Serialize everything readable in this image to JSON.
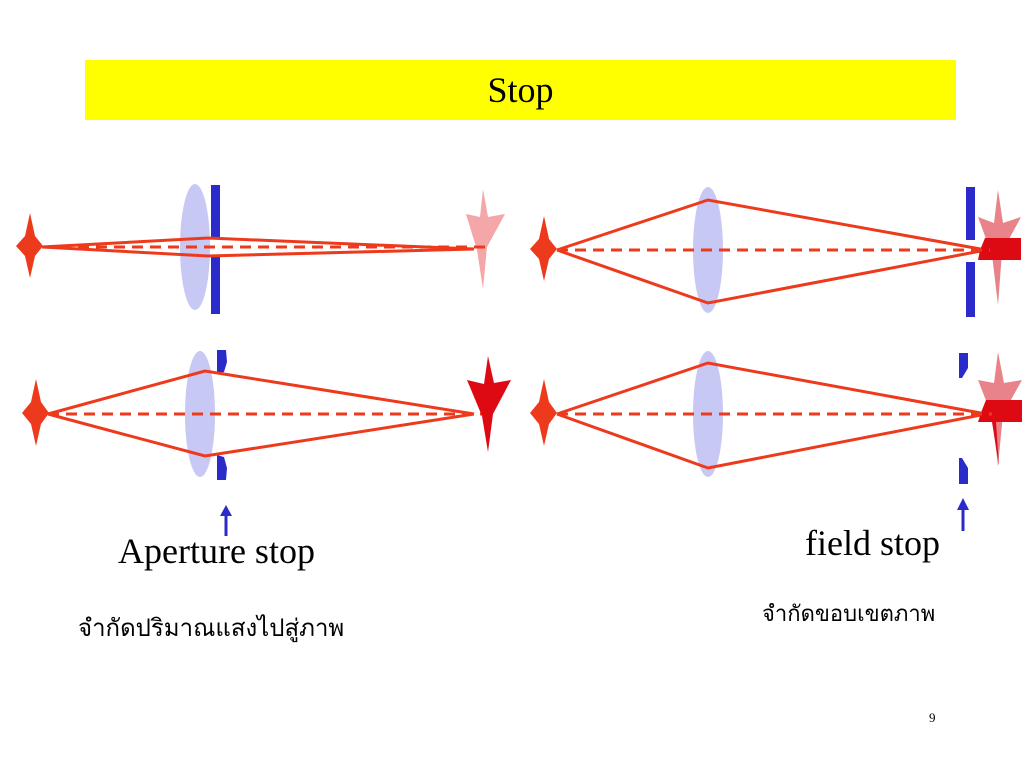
{
  "slide": {
    "title": "Stop",
    "title_bg": "#ffff00",
    "page_number": "9"
  },
  "captions": {
    "aperture_stop": "Aperture stop",
    "aperture_stop_desc": "จำกัดปริมาณแสงไปสู่ภาพ",
    "field_stop": "field stop",
    "field_stop_desc": "จำกัดขอบเขตภาพ"
  },
  "colors": {
    "ray": "#ee3a1c",
    "star_object": "#ee3a1c",
    "image_bright": "#dd0a14",
    "image_faint": "#f4a6a8",
    "lens": "#c8c8f4",
    "stop": "#2b2bcc",
    "arrow": "#2b2bcc"
  }
}
